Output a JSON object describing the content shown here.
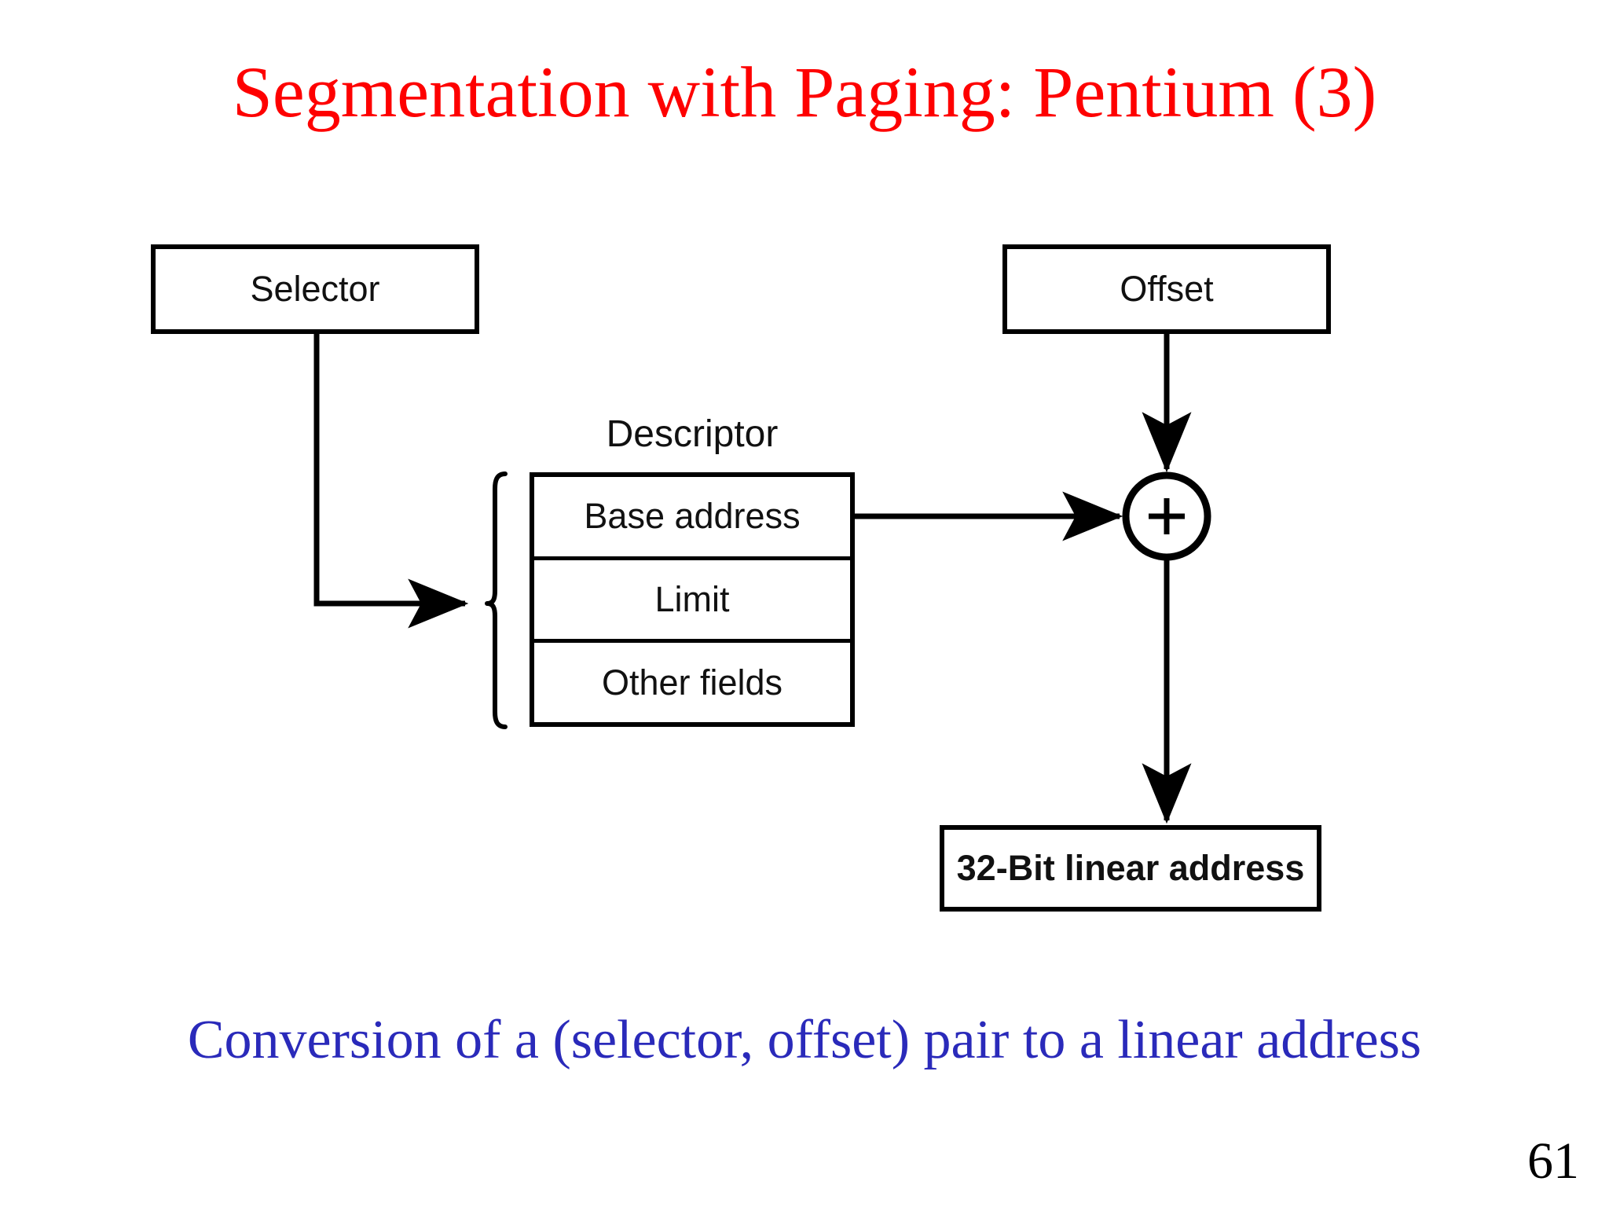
{
  "slide": {
    "title": "Segmentation with Paging: Pentium (3)",
    "title_color": "#fe0000",
    "caption": "Conversion of a (selector, offset) pair to a linear address",
    "caption_color": "#2a2aba",
    "page_number": "61",
    "background": "#ffffff"
  },
  "diagram": {
    "selector_box": {
      "label": "Selector"
    },
    "offset_box": {
      "label": "Offset"
    },
    "descriptor": {
      "title": "Descriptor",
      "rows": [
        {
          "label": "Base address"
        },
        {
          "label": "Limit"
        },
        {
          "label": "Other fields"
        }
      ]
    },
    "adder": {
      "symbol": "+"
    },
    "result_box": {
      "label": "32-Bit linear address"
    },
    "stroke_color": "#000000"
  }
}
